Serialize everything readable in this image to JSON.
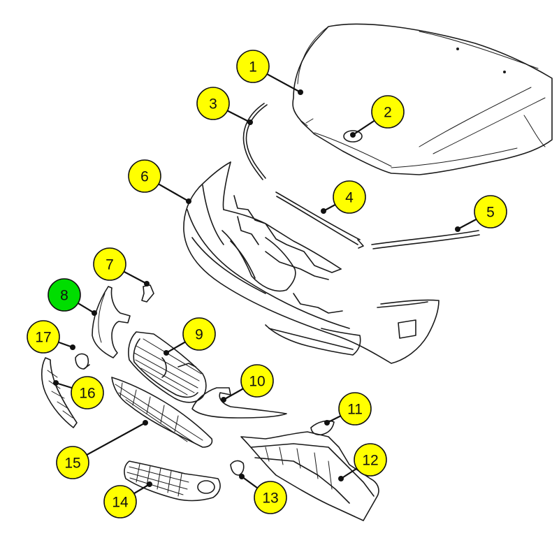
{
  "colors": {
    "callout_default": "#ffff00",
    "callout_selected": "#00dd00",
    "outline": "#111111",
    "background": "#ffffff"
  },
  "selected_part": "8",
  "callouts": [
    {
      "id": "1",
      "label": "1"
    },
    {
      "id": "2",
      "label": "2"
    },
    {
      "id": "3",
      "label": "3"
    },
    {
      "id": "4",
      "label": "4"
    },
    {
      "id": "5",
      "label": "5"
    },
    {
      "id": "6",
      "label": "6"
    },
    {
      "id": "7",
      "label": "7"
    },
    {
      "id": "8",
      "label": "8"
    },
    {
      "id": "9",
      "label": "9"
    },
    {
      "id": "10",
      "label": "10"
    },
    {
      "id": "11",
      "label": "11"
    },
    {
      "id": "12",
      "label": "12"
    },
    {
      "id": "13",
      "label": "13"
    },
    {
      "id": "14",
      "label": "14"
    },
    {
      "id": "15",
      "label": "15"
    },
    {
      "id": "16",
      "label": "16"
    },
    {
      "id": "17",
      "label": "17"
    }
  ]
}
